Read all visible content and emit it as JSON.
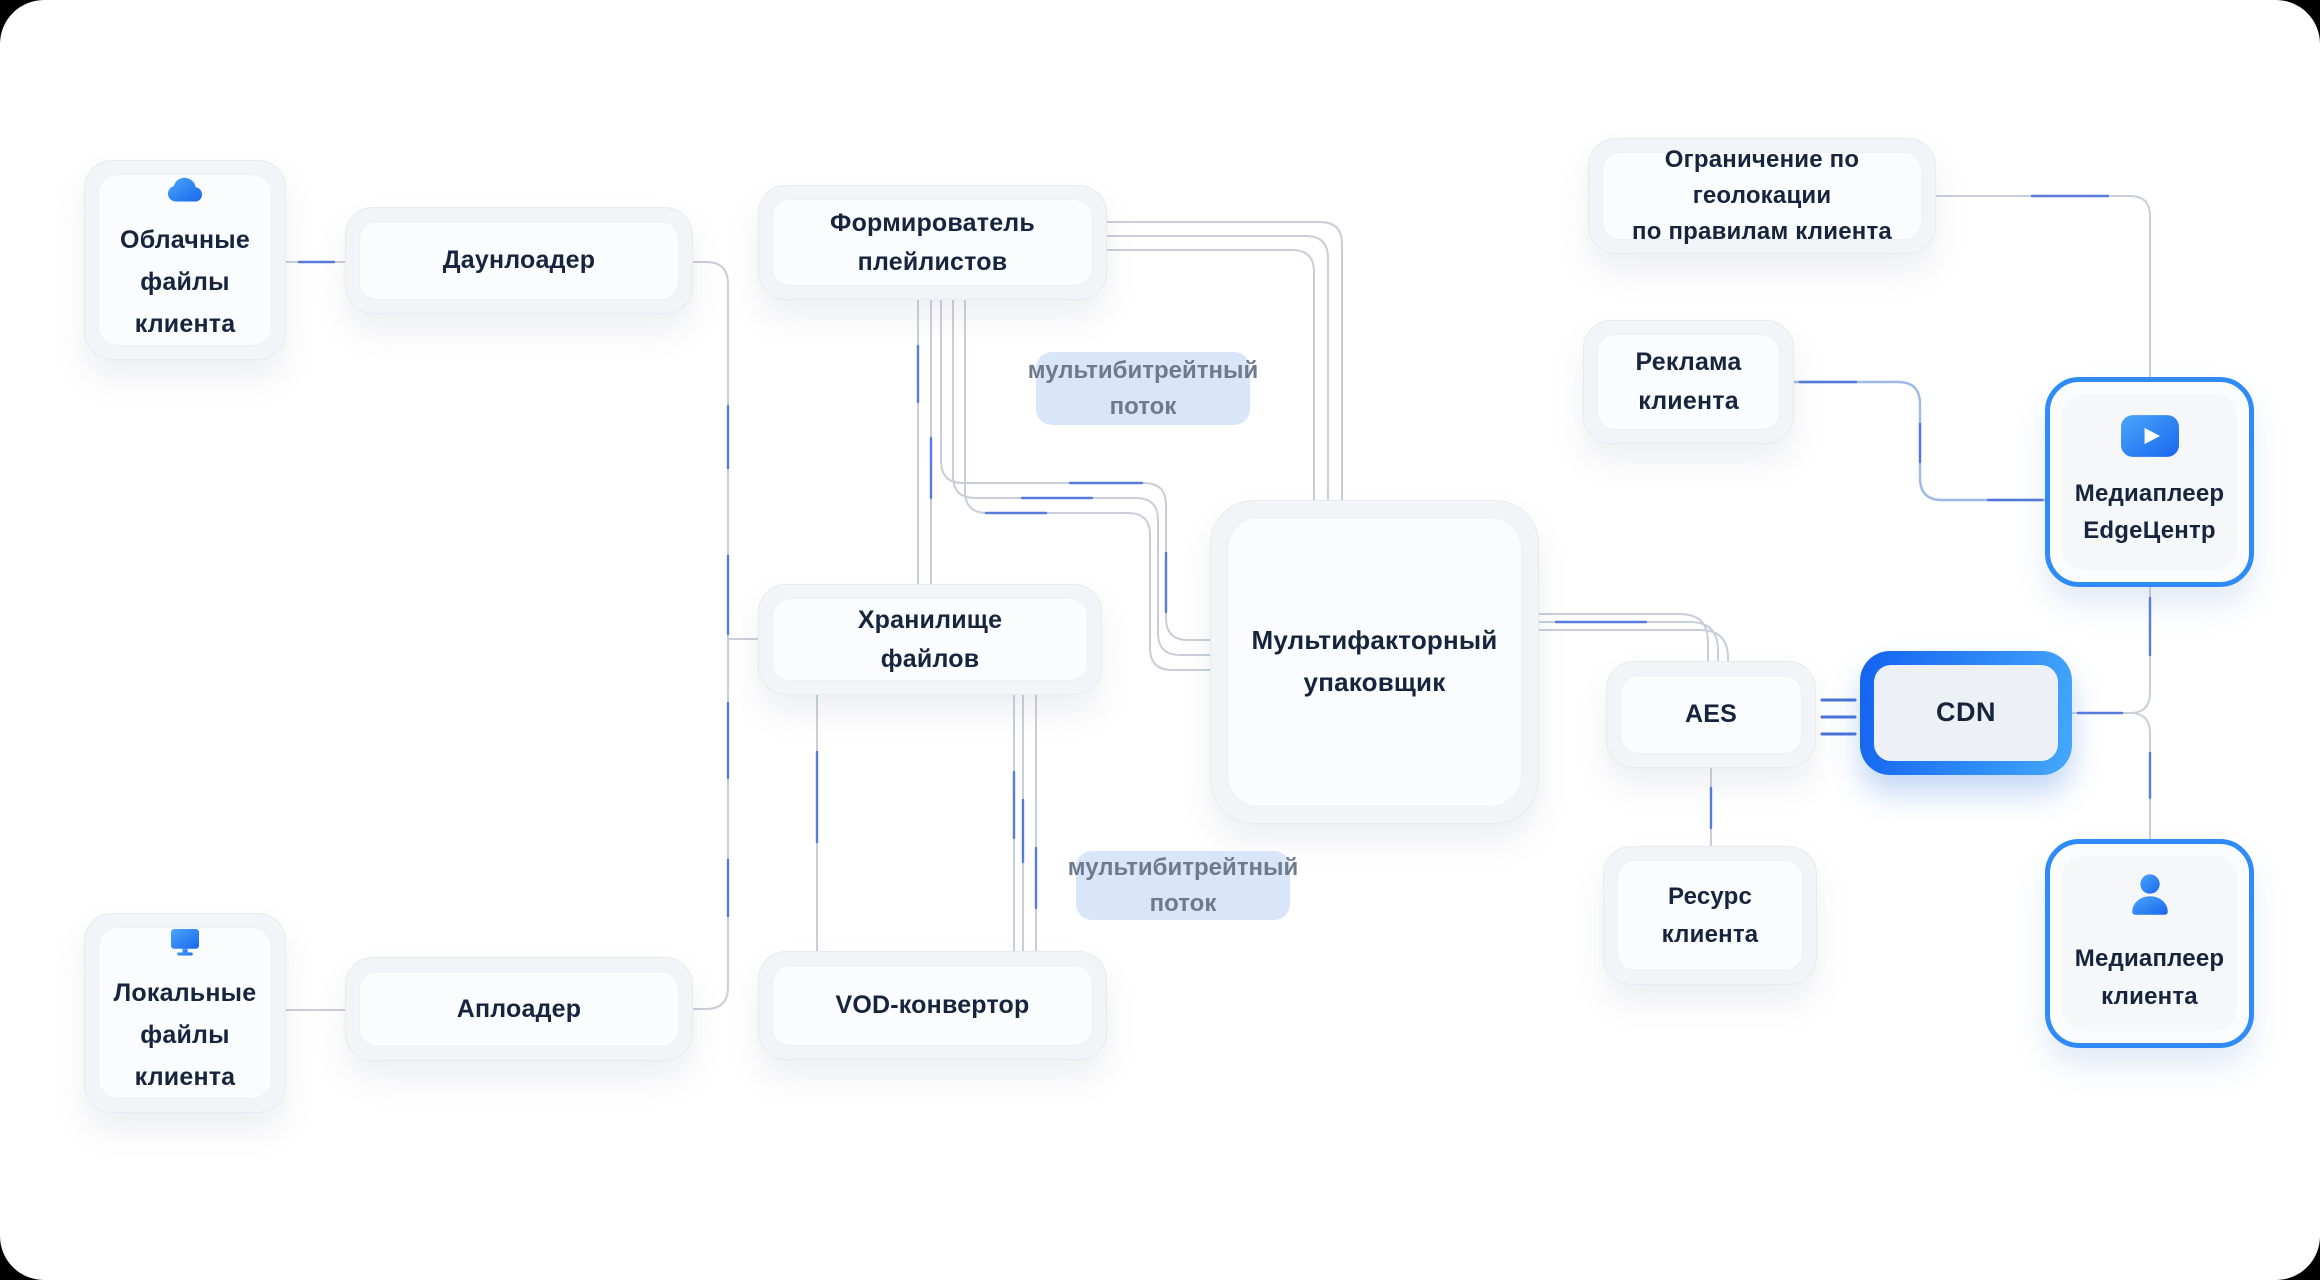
{
  "diagram": {
    "nodes": {
      "cloud_files": {
        "label": "Облачные\nфайлы\nклиента",
        "icon": "cloud-icon"
      },
      "downloader": {
        "label": "Даунлоадер"
      },
      "playlist_former": {
        "label": "Формирователь плейлистов"
      },
      "file_storage": {
        "label": "Хранилище\nфайлов"
      },
      "packager": {
        "label": "Мультифакторный\nупаковщик"
      },
      "vod_converter": {
        "label": "VOD-конвертор"
      },
      "uploader": {
        "label": "Аплоадер"
      },
      "local_files": {
        "label": "Локальные\nфайлы\nклиента",
        "icon": "monitor-icon"
      },
      "geo_restriction": {
        "label": "Ограничение по геолокации\nпо правилам клиента"
      },
      "client_ads": {
        "label": "Реклама\nклиента"
      },
      "edge_player": {
        "label": "Медиаплеер\nEdgeЦентр",
        "icon": "play-icon"
      },
      "aes": {
        "label": "AES"
      },
      "cdn": {
        "label": "CDN"
      },
      "client_resource": {
        "label": "Ресурс клиента"
      },
      "client_player": {
        "label": "Медиаплеер\nклиента",
        "icon": "person-icon"
      }
    },
    "annotations": {
      "stream_top": {
        "label": "мультибитрейтный\nпоток"
      },
      "stream_bottom": {
        "label": "мультибитрейтный\nпоток"
      }
    },
    "colors": {
      "accent_blue": "#2e8bf7",
      "cdn_gradient_start": "#1463ef",
      "cdn_gradient_end": "#45a8fb",
      "line_gray": "#c9cfda",
      "flow_blue": "#4a72d8",
      "annotation_bg": "#d9e6fa",
      "annotation_text": "#6e7b8f",
      "node_text": "#16243d"
    }
  }
}
